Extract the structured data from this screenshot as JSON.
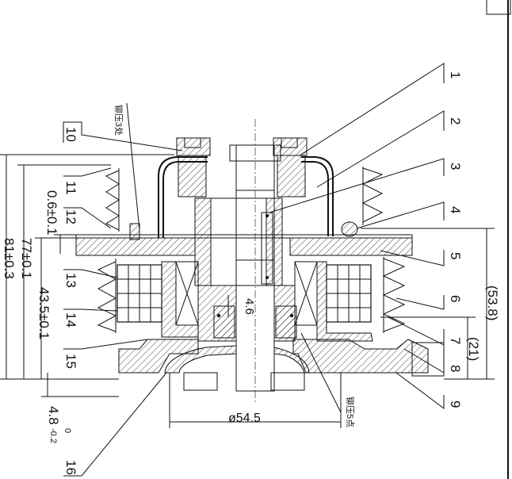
{
  "drawing": {
    "part_numbers": [
      "1",
      "2",
      "3",
      "4",
      "5",
      "6",
      "7",
      "8",
      "9",
      "10",
      "11",
      "12",
      "13",
      "14",
      "15",
      "16"
    ],
    "dimensions": {
      "d81": "81±0.3",
      "d77": "77±0.1",
      "d43": "43.5±0.1",
      "d06": "0.6±0.1",
      "d48": "4.8",
      "d48_upper": "0",
      "d48_lower": "-0.2",
      "d546": "ø54.5",
      "d46": "4.6",
      "d538": "(53.8)",
      "d21": "(21)"
    },
    "notes": {
      "note_left": "铆压3处",
      "note_bottom": "铆压5点"
    }
  }
}
